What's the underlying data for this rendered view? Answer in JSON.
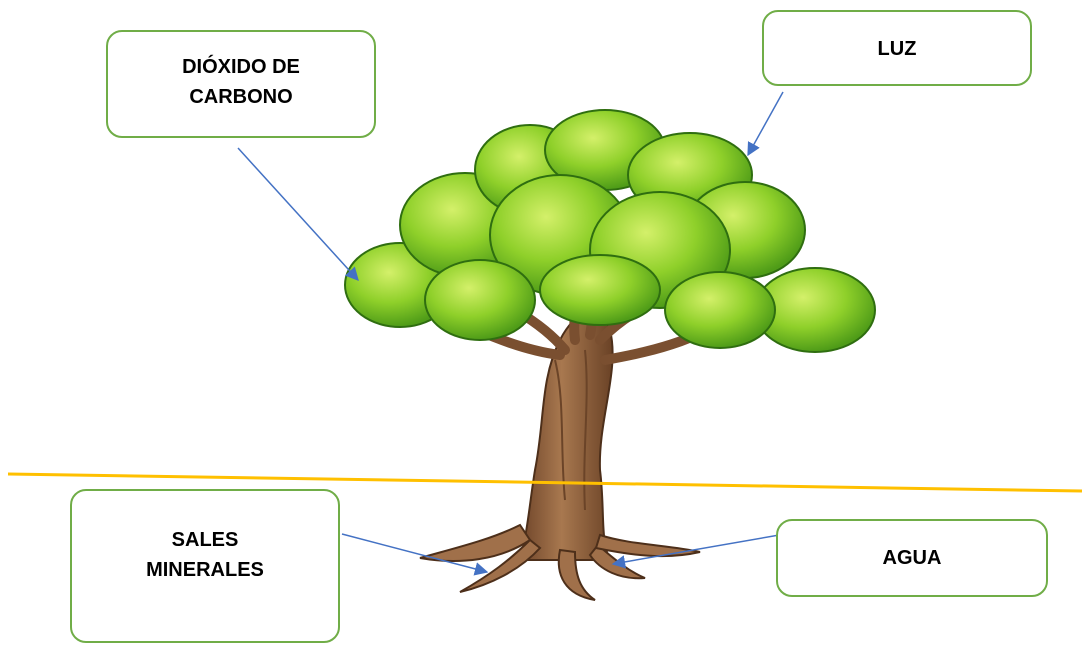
{
  "labels": {
    "co2": "DIÓXIDO DE CARBONO",
    "luz": "LUZ",
    "sales": "SALES MINERALES",
    "agua": "AGUA"
  },
  "colors": {
    "box_border": "#70ad47",
    "arrow": "#4472c4",
    "ground_line": "#ffc000",
    "leaf_light": "#b7e24a",
    "leaf_mid": "#7cc41e",
    "leaf_dark": "#3f8a12",
    "trunk": "#9a6a45",
    "trunk_dark": "#5e3a22"
  }
}
